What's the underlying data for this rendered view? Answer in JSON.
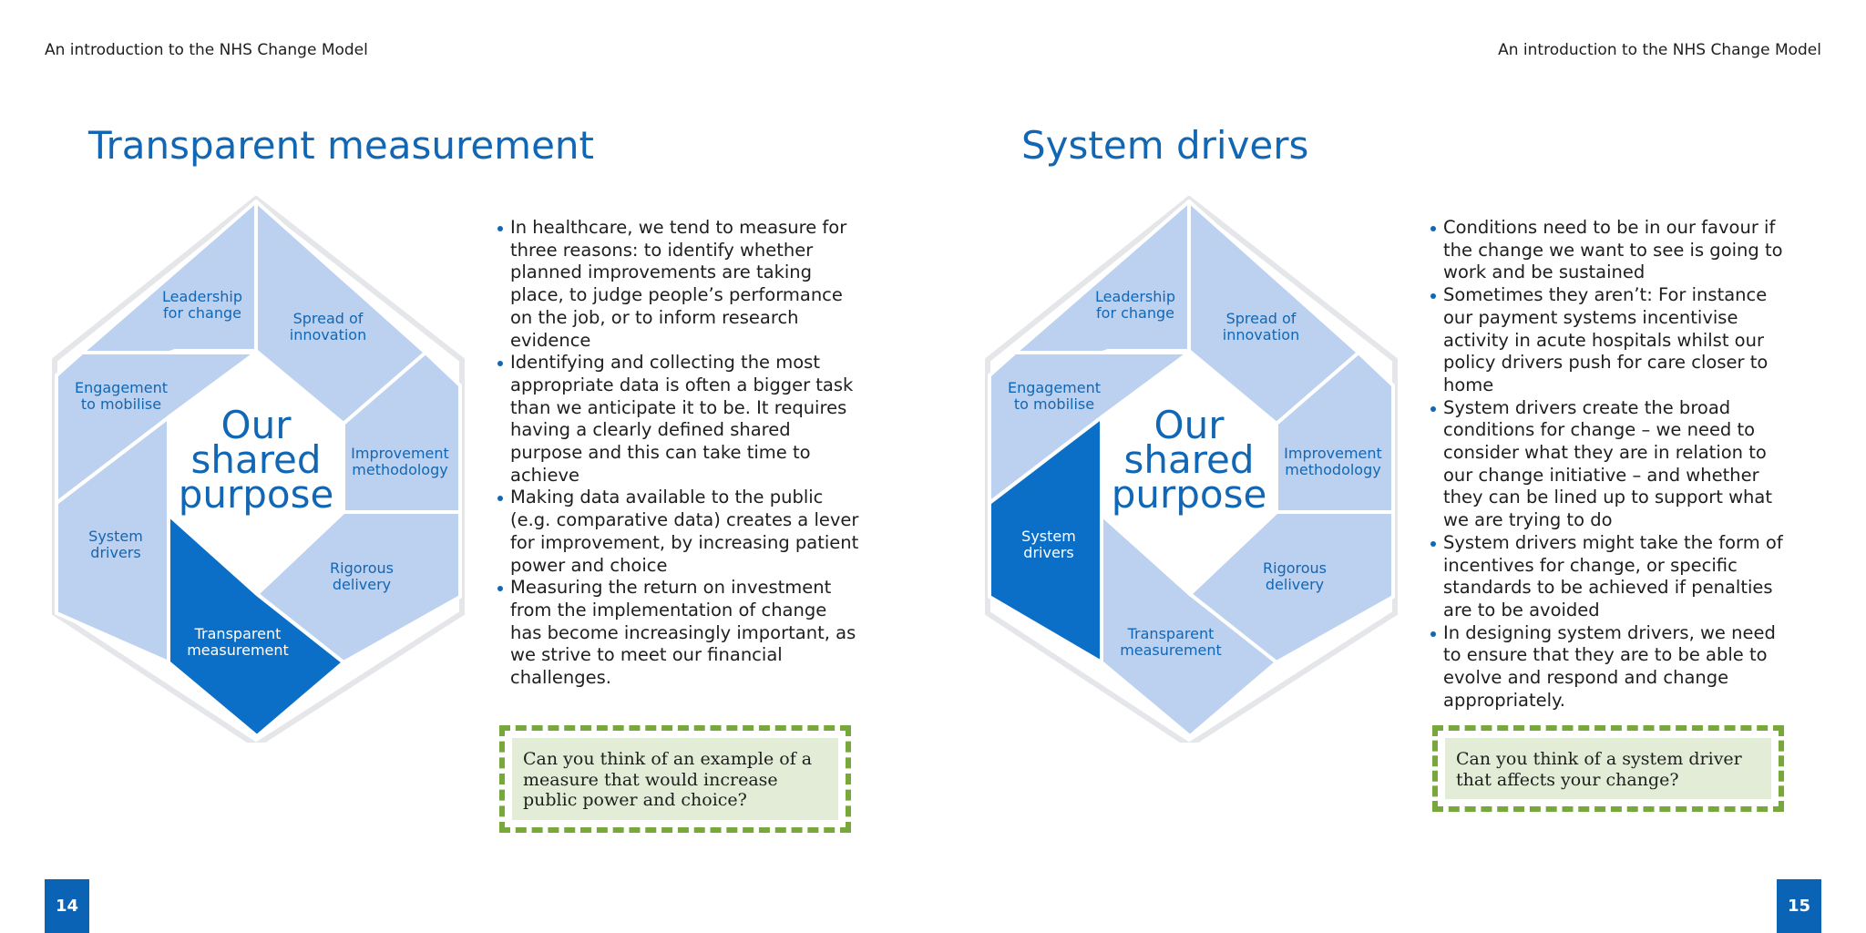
{
  "pages": [
    {
      "header": "An introduction to the NHS Change Model",
      "title": "Transparent measurement",
      "diagram": {
        "center": [
          "Our",
          "shared",
          "purpose"
        ],
        "segments": {
          "leadership": [
            "Leadership",
            "for change"
          ],
          "spread": [
            "Spread of",
            "innovation"
          ],
          "improvement": [
            "Improvement",
            "methodology"
          ],
          "rigorous": [
            "Rigorous",
            "delivery"
          ],
          "transparent": [
            "Transparent",
            "measurement"
          ],
          "system": [
            "System",
            "drivers"
          ],
          "engagement": [
            "Engagement",
            "to mobilise"
          ]
        },
        "highlighted": "transparent"
      },
      "bullets": [
        "In healthcare, we tend to measure for three reasons: to identify whether planned improvements are taking place, to judge people’s performance on the job, or to inform research evidence",
        "Identifying and collecting the most appropriate data  is often a bigger task than we anticipate it to be. It requires having a clearly defined shared purpose and this can take time to achieve",
        "Making data available to the public (e.g. comparative data) creates a lever for improvement, by increasing patient power and choice",
        "Measuring the return on investment from the implementation of change has become increasingly important, as we strive to meet our financial challenges."
      ],
      "question": "Can you think of an example of  a measure that would increase public power and choice?",
      "page_number": "14"
    },
    {
      "header": "An introduction to the NHS Change Model",
      "title": "System drivers",
      "diagram": {
        "center": [
          "Our",
          "shared",
          "purpose"
        ],
        "segments": {
          "leadership": [
            "Leadership",
            "for change"
          ],
          "spread": [
            "Spread of",
            "innovation"
          ],
          "improvement": [
            "Improvement",
            "methodology"
          ],
          "rigorous": [
            "Rigorous",
            "delivery"
          ],
          "transparent": [
            "Transparent",
            "measurement"
          ],
          "system": [
            "System",
            "drivers"
          ],
          "engagement": [
            "Engagement",
            "to mobilise"
          ]
        },
        "highlighted": "system"
      },
      "bullets": [
        "Conditions need to be in our favour if the change we want to see is going to work and be sustained",
        "Sometimes they aren’t: For instance our payment systems incentivise activity in acute hospitals whilst our policy drivers push for care closer to home",
        "System drivers create the broad conditions for change – we need to consider what they are in relation to our change initiative – and whether they can be lined up to support what we are trying to do",
        "System drivers might take the form of incentives for change, or specific standards to be achieved if penalties are to be avoided",
        "In designing system drivers, we need to ensure that they are to be able to evolve and respond and change appropriately."
      ],
      "question": "Can you think of a system driver that affects your change?",
      "page_number": "15"
    }
  ],
  "colors": {
    "accent_blue": "#1267b4",
    "segment_light": "#bcd0ef",
    "segment_active": "#0b6fc7",
    "question_border": "#78a73b",
    "question_fill": "#e3ecd6",
    "page_number_bg": "#0b63b6"
  }
}
